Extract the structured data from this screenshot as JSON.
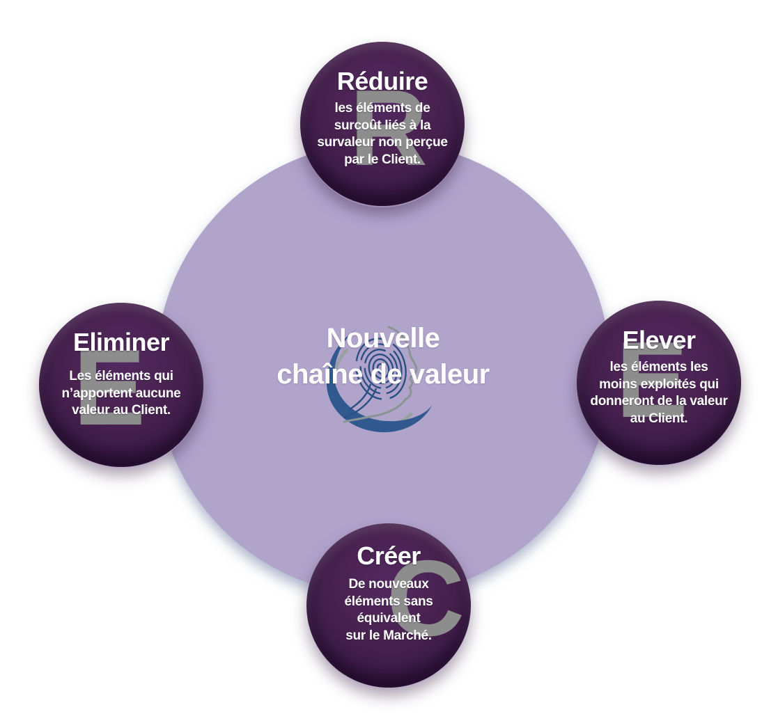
{
  "diagram": {
    "center": {
      "line1": "Nouvelle",
      "line2": "chaîne de valeur",
      "logo": "fingerprint-face-logo"
    },
    "nodes": [
      {
        "id": "reduire",
        "position": "top",
        "letter": "R",
        "title": "Réduire",
        "lines": [
          "les éléments de",
          "surcoût liés à la",
          "survaleur non perçue",
          "par le Client."
        ]
      },
      {
        "id": "eliminer",
        "position": "left",
        "letter": "E",
        "title": "Eliminer",
        "lines": [
          "Les éléments qui",
          "n’apportent aucune",
          "valeur au Client."
        ]
      },
      {
        "id": "elever",
        "position": "right",
        "letter": "E",
        "title": "Elever",
        "lines": [
          "les éléments les",
          "moins exploités qui",
          "donneront de la valeur",
          "au Client."
        ]
      },
      {
        "id": "creer",
        "position": "bottom",
        "letter": "C",
        "title": "Créer",
        "lines": [
          "De nouveaux",
          "éléments sans",
          "équivalent",
          "sur le Marché."
        ]
      }
    ],
    "colors": {
      "node_fill": "#441f4e",
      "node_fill_light": "#522960",
      "node_fill_dark": "#270e31",
      "center_fill": "#b1a4cb",
      "watermark_gray": "#8d8d8d",
      "text_white": "#ffffff",
      "logo_blue": "#30598f",
      "logo_gray": "#97a0a0",
      "fingerprint_navy": "#2b4f82"
    }
  }
}
